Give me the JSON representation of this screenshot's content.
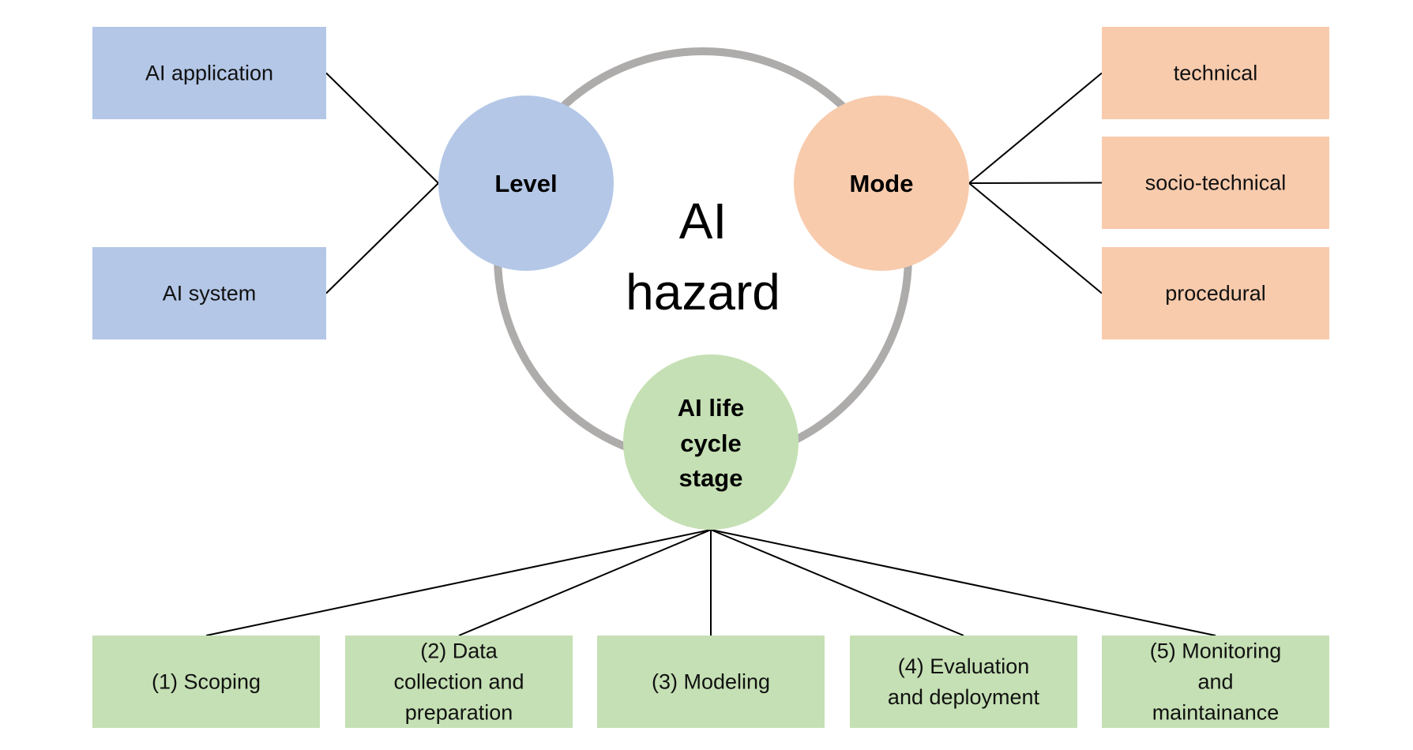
{
  "center": {
    "lines": [
      "AI",
      "hazard"
    ]
  },
  "ring": {
    "color": "#aeabab"
  },
  "colors": {
    "level": "#b4c7e7",
    "mode": "#f8cbad",
    "lifecycle": "#c5e0b4",
    "connector": "#000000"
  },
  "level": {
    "label": "Level",
    "items": [
      "AI application",
      "AI system"
    ]
  },
  "mode": {
    "label": "Mode",
    "items": [
      "technical",
      "socio-technical",
      "procedural"
    ]
  },
  "lifecycle": {
    "label_lines": [
      "AI life",
      "cycle",
      "stage"
    ],
    "stages": [
      [
        "(1) Scoping"
      ],
      [
        "(2) Data",
        "collection and",
        "preparation"
      ],
      [
        "(3) Modeling"
      ],
      [
        "(4) Evaluation",
        "and deployment"
      ],
      [
        "(5) Monitoring",
        "and",
        "maintainance"
      ]
    ]
  }
}
